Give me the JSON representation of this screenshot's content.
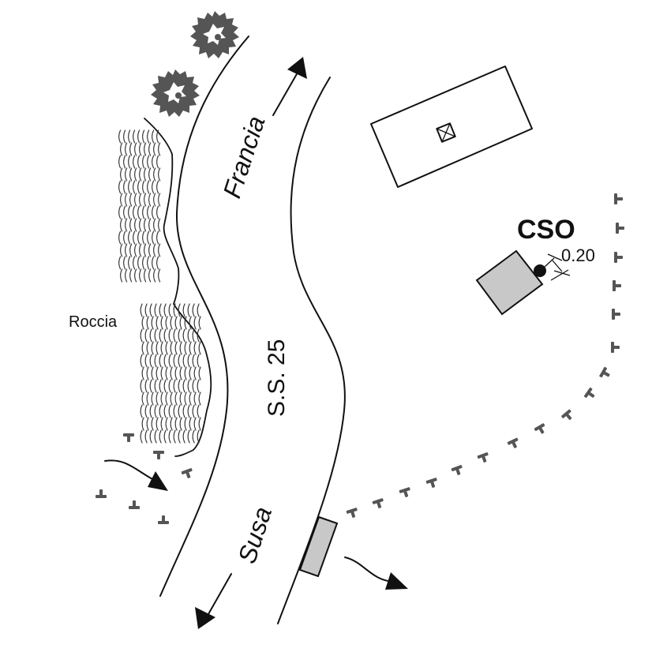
{
  "diagram": {
    "labels": {
      "direction_north": "Francia",
      "direction_south": "Susa",
      "road_name": "S.S. 25",
      "rock": "Roccia",
      "cso": "CSO",
      "pipe_diameter": "0.20"
    },
    "colors": {
      "line": "#111111",
      "structure_fill": "#c8c8c8",
      "symbol_gray": "#555555",
      "background": "#ffffff"
    },
    "icons": {
      "tree": "tree-icon",
      "embankment_tick": "embankment-tick-icon",
      "flow_arrow": "flow-arrow-icon",
      "manhole": "manhole-icon"
    }
  }
}
